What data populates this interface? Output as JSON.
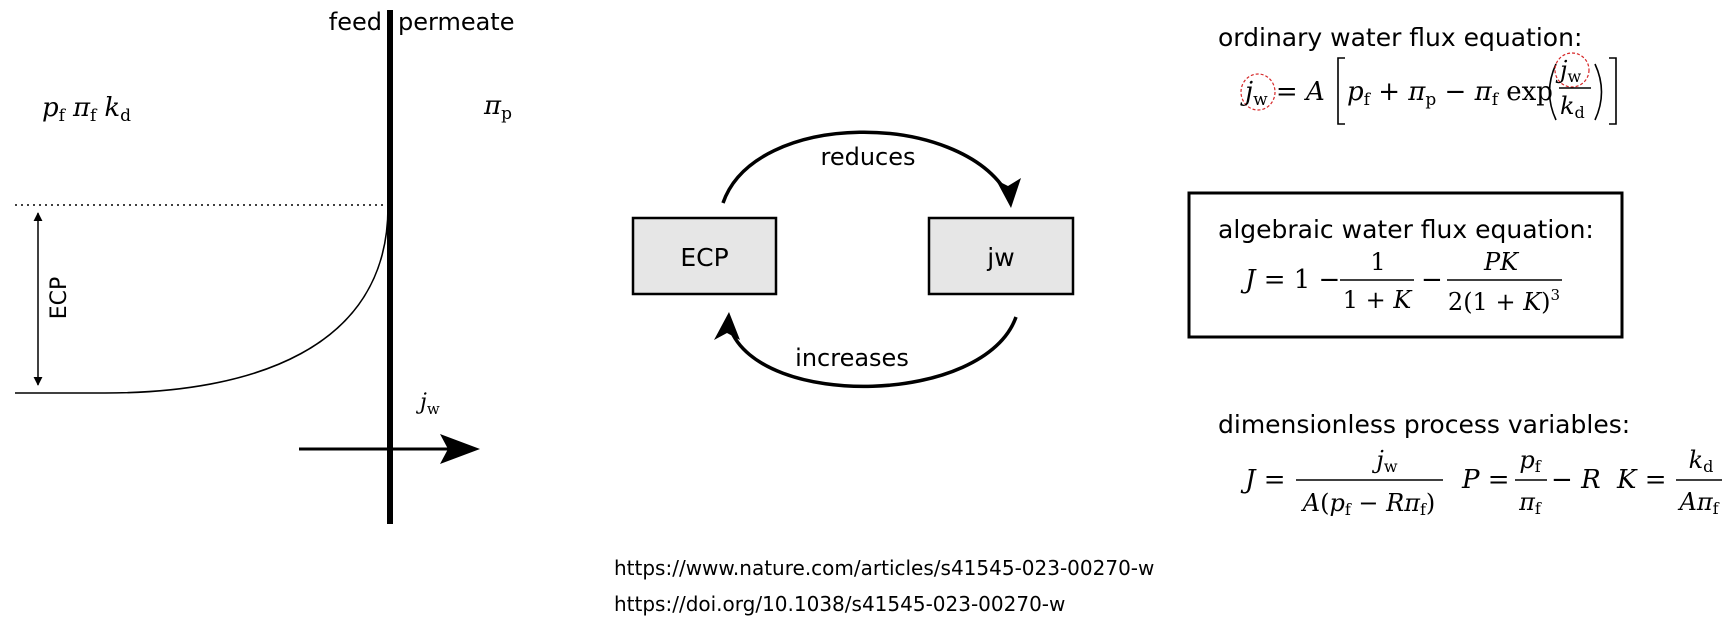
{
  "membrane": {
    "feed_label": "feed",
    "permeate_label": "permeate",
    "ecp_label": "ECP",
    "jw_base": "j",
    "jw_sub": "w",
    "feed_vars": [
      {
        "base": "p",
        "sub": "f"
      },
      {
        "base": "π",
        "sub": "f"
      },
      {
        "base": "k",
        "sub": "d"
      }
    ],
    "permeate_var": {
      "base": "π",
      "sub": "p"
    }
  },
  "cycle": {
    "left_box": "ECP",
    "right_box": "jw",
    "top_arrow": "reduces",
    "bottom_arrow": "increases"
  },
  "equations": {
    "ordinary_title": "ordinary water flux equation:",
    "algebraic_title": "algebraic water flux equation:",
    "dimensionless_title": "dimensionless process variables:"
  },
  "links": {
    "url1": "https://www.nature.com/articles/s41545-023-00270-w",
    "url2": "https://doi.org/10.1038/s41545-023-00270-w"
  },
  "colors": {
    "ink": "#000000",
    "box_fill": "#e6e6e6",
    "highlight": "#d62728"
  }
}
